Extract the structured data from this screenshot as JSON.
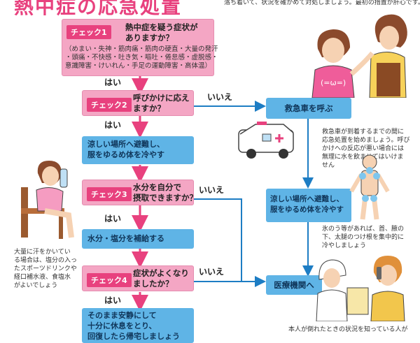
{
  "title": "熱中症の応急処置",
  "top_note": "落ち着いて、状況を確かめて対処しましょう。最初の措置が肝心です。",
  "check1": {
    "badge": "チェック1",
    "question_l1": "熱中症を疑う症状が",
    "question_l2": "ありますか？",
    "symptoms_l1": "（めまい・失神・筋肉痛・筋肉の硬直・大量の発汗",
    "symptoms_l2": "・頭痛・不快感・吐き気・嘔吐・倦怠感・虚脱感・",
    "symptoms_l3": "意識障害・けいれん・手足の運動障害・高体温）"
  },
  "check2": {
    "badge": "チェック2",
    "question_l1": "呼びかけに応え",
    "question_l2": "ますか？"
  },
  "check3": {
    "badge": "チェック3",
    "question_l1": "水分を自分で",
    "question_l2": "摂取できますか？"
  },
  "check4": {
    "badge": "チェック4",
    "question_l1": "症状がよくなり",
    "question_l2": "ましたか？"
  },
  "yes": "はい",
  "no": "いいえ",
  "step_cool": {
    "l1": "涼しい場所へ避難し、",
    "l2": "服をゆるめ体を冷やす"
  },
  "step_water": "水分・塩分を補給する",
  "step_rest": {
    "l1": "そのまま安静にして",
    "l2": "十分に休息をとり、",
    "l3": "回復したら帰宅しましょう"
  },
  "ambulance": "救急車を呼ぶ",
  "ambulance_note": {
    "l1": "救急車が到着するまでの間に",
    "l2": "応急処置を始めましょう。呼び",
    "l3": "かけへの反応が悪い場合には",
    "l4": "無理に水を飲ませてはいけま",
    "l5": "せん"
  },
  "right_cool": {
    "l1": "涼しい場所へ避難し、",
    "l2": "服をゆるめ体を冷やす"
  },
  "ice_note": {
    "l1": "氷のう等があれば、首、腋の",
    "l2": "下、太腿のつけ根を集中的に",
    "l3": "冷やしましょう"
  },
  "hospital": "医療機関へ",
  "hospital_note": "本人が倒れたときの状況を知っている人が",
  "drink_note": {
    "l1": "大量に汗をかいてい",
    "l2": "る場合は、塩分の入っ",
    "l3": "たスポーツドリンクや",
    "l4": "経口補水液、食塩水",
    "l5": "がよいでしょう"
  },
  "shirt_text": "(=ω=)"
}
